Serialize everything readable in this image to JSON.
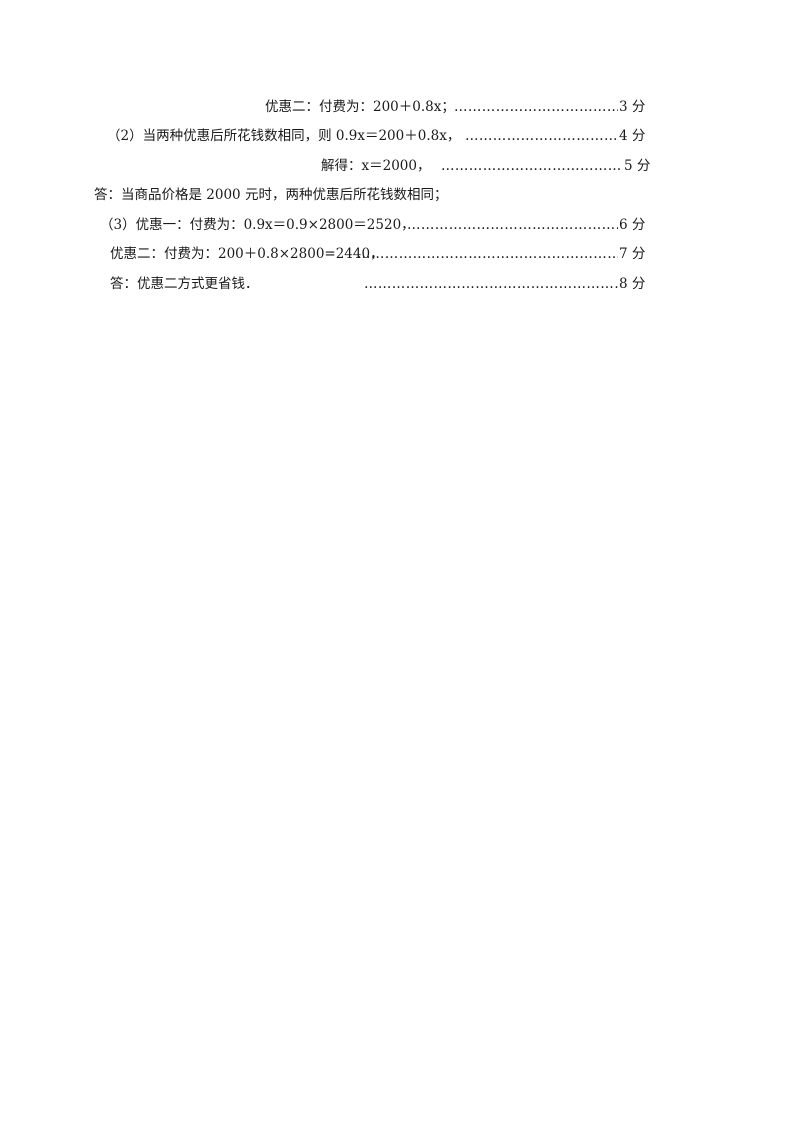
{
  "lines": [
    {
      "text": "优惠二：付费为：200＋0.8x；",
      "dots": "…………………………………………………………………………………………",
      "score": "3 分"
    },
    {
      "text": "（2）当两种优惠后所花钱数相同，则 0.9x＝200＋0.8x，",
      "dots": "…………………………………………………………………………………………",
      "score": "4 分"
    },
    {
      "text": "解得：x＝2000，",
      "dots": "…………………………………………………………………………………………",
      "score": "5 分"
    },
    {
      "text": "答：当商品价格是 2000 元时，两种优惠后所花钱数相同；"
    },
    {
      "text": "（3）优惠一：付费为：0.9x＝0.9×2800＝2520，",
      "dots": "…………………………………………………………………………………………",
      "score": "6 分"
    },
    {
      "text": "优惠二：付费为：200＋0.8×2800=2440，",
      "dots": "…………………………………………………………………………………………",
      "score": "7 分"
    },
    {
      "text": "答：优惠二方式更省钱．",
      "dots": "…………………………………………………………………………………………",
      "score": "8 分"
    }
  ]
}
